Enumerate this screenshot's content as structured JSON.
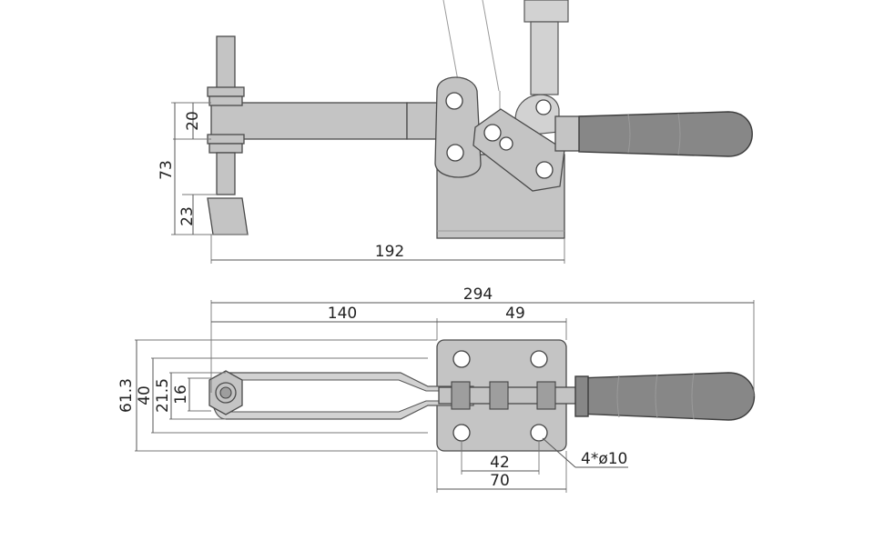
{
  "dimensions": {
    "side_view": {
      "spindle_gap": "20",
      "spindle_total": "73",
      "tip_height": "23",
      "reach_length": "192"
    },
    "top_view": {
      "overall_length": "294",
      "arm_length": "140",
      "base_offset": "49",
      "base_width": "61.3",
      "bar_width": "40",
      "slot_width": "21.5",
      "spindle_dia": "16",
      "hole_spacing": "42",
      "base_length": "70",
      "holes": "4*ø10"
    }
  },
  "colors": {
    "metal": "#c4c4c4",
    "grip": "#878787",
    "outline": "#4a4a4a"
  }
}
